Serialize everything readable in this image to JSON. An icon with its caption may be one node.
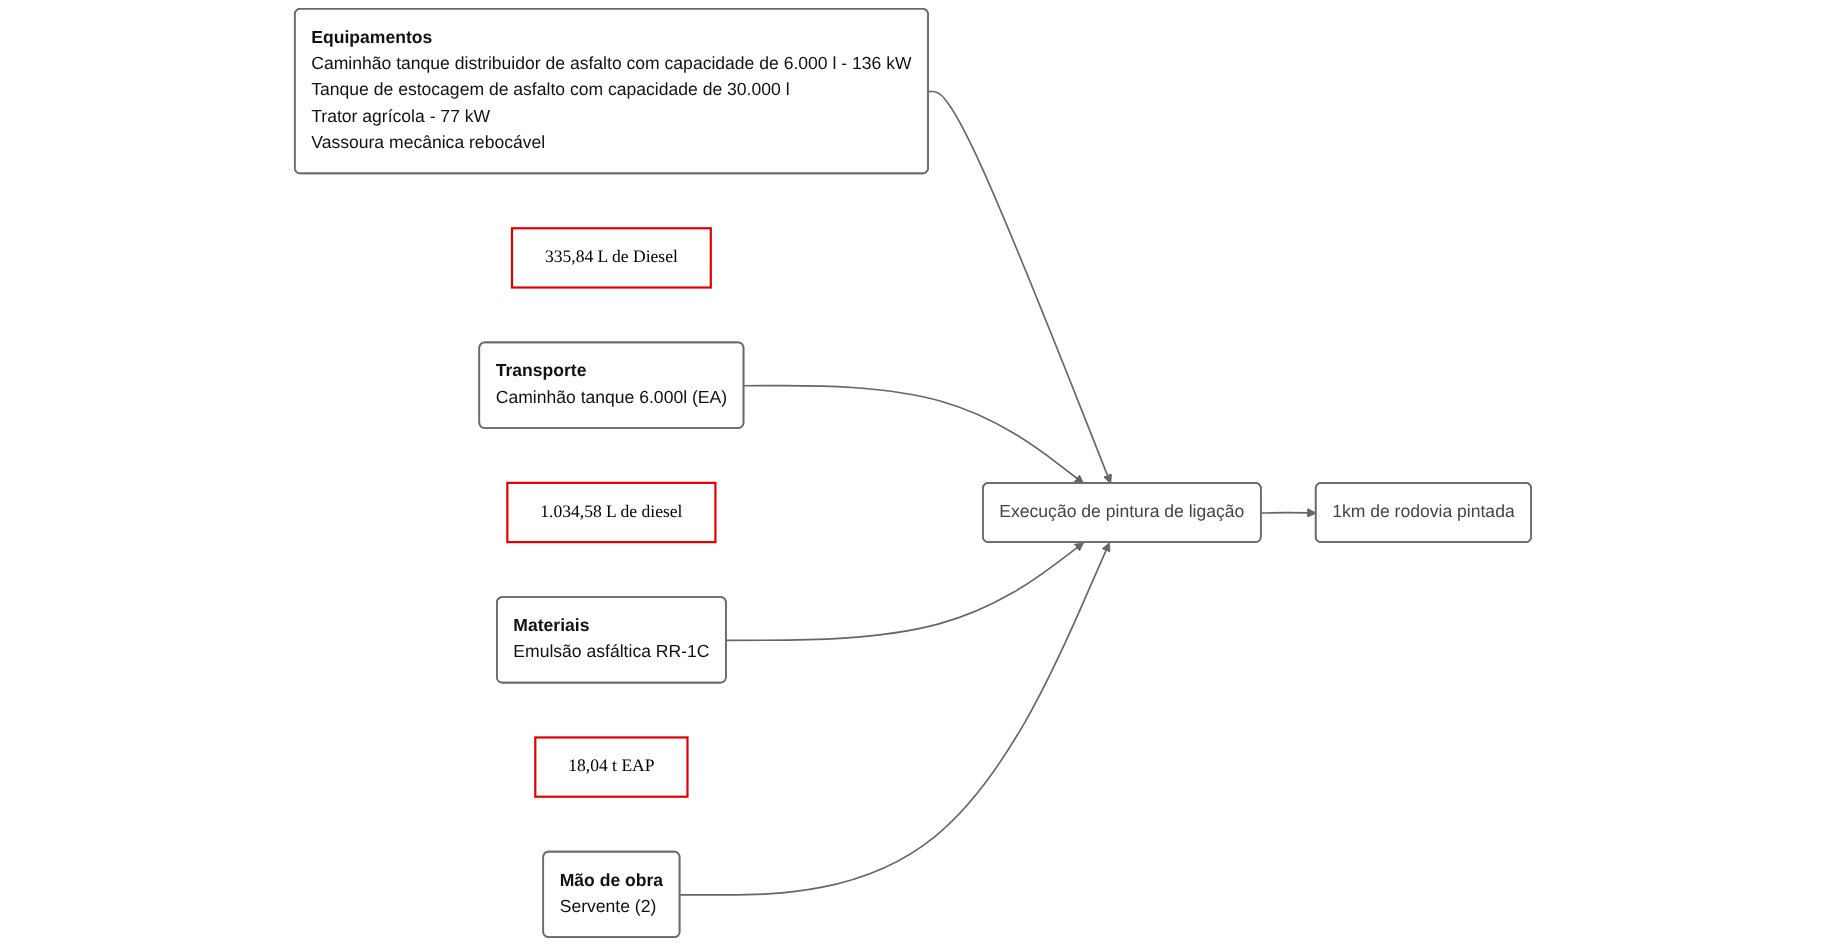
{
  "diagram": {
    "nodes": [
      {
        "text": [
          "Equipamentos",
          "Caminhão tanque distribuidor de asfalto com capacidade de 6.000 l - 136 kW",
          "Tanque de estocagem de   asfalto com capacidade de 30.000 l",
          "Trator agrícola - 77 kW",
          "Vassoura mecânica rebocável"
        ]
      },
      {
        "text": [
          "335,84 L de Diesel"
        ]
      },
      {
        "text": [
          "Transporte",
          "Caminhão tanque 6.000l (EA)"
        ]
      },
      {
        "text": [
          "1.034,58 L de diesel"
        ]
      },
      {
        "text": [
          "Materiais",
          "Emulsão asfáltica RR-1C"
        ]
      },
      {
        "text": [
          "Execução de pintura de ligação"
        ]
      },
      {
        "text": [
          "1km de rodovia pintada"
        ]
      },
      {
        "text": [
          "18,04 t EAP"
        ]
      },
      {
        "text": [
          "Mão de obra",
          "Servente (2)"
        ]
      }
    ],
    "edges": [
      {
        "from": 0,
        "to": 5,
        "arrow": "to"
      },
      {
        "from": 2,
        "to": 5,
        "arrow": "to"
      },
      {
        "from": 4,
        "to": 5,
        "arrow": "to"
      },
      {
        "from": 5,
        "to": 6,
        "arrow": "to"
      },
      {
        "from": 8,
        "to": 5,
        "arrow": "to"
      }
    ]
  }
}
